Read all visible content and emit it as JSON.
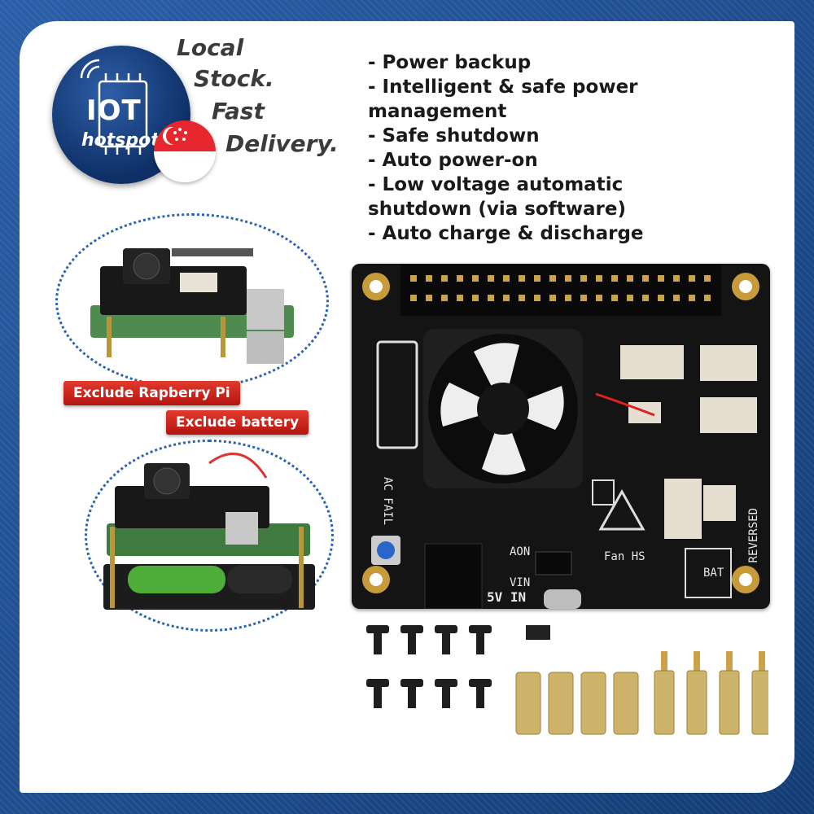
{
  "brand": {
    "line1": "IOT",
    "line2": "hotspot"
  },
  "slogan": {
    "w1": "Local",
    "w2": "Stock.",
    "w3": "Fast",
    "w4": "Delivery."
  },
  "features": [
    "- Power backup",
    "- Intelligent & safe power",
    "   management",
    "- Safe shutdown",
    "- Auto power-on",
    "- Low voltage automatic",
    "   shutdown (via software)",
    "- Auto charge & discharge"
  ],
  "tags": {
    "exclude_pi": "Exclude Rapberry Pi",
    "exclude_battery": "Exclude battery"
  },
  "board_labels": {
    "ac_fail": "AC FAIL",
    "aon": "AON",
    "vin": "VIN",
    "fan_hs": "Fan HS",
    "bat": "BAT",
    "reversed": "REVERSED",
    "five_v_in": "5V IN"
  },
  "colors": {
    "frame": "#1b4a86",
    "tag_red": "#d1261c",
    "oval_dotted": "#2b63b5",
    "board": "#141414"
  }
}
